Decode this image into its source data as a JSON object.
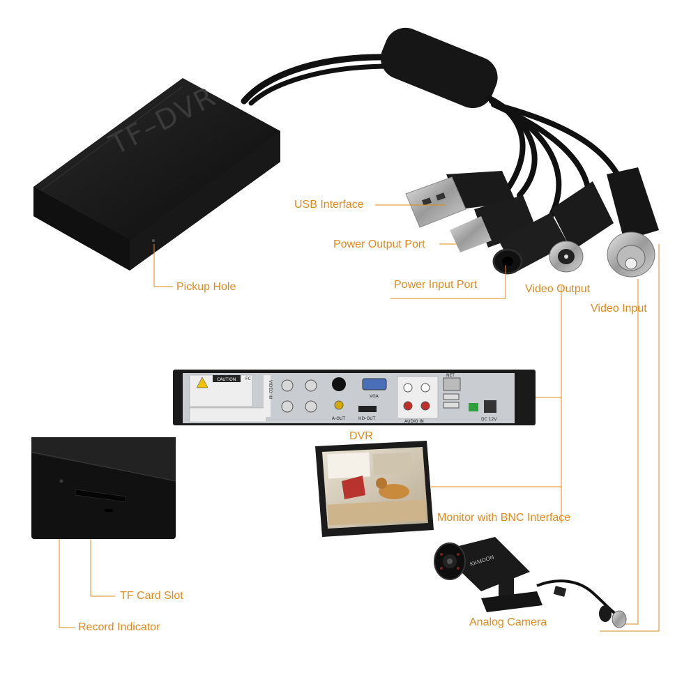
{
  "device": {
    "brand_text": "TF–DVR"
  },
  "labels": {
    "usb_interface": "USB Interface",
    "power_output_port": "Power Output Port",
    "pickup_hole": "Pickup Hole",
    "power_input_port": "Power Input Port",
    "video_output": "Video Output",
    "video_input": "Video Input",
    "dvr": "DVR",
    "monitor": "Monitor with BNC Interface",
    "tf_card_slot": "TF Card Slot",
    "record_indicator": "Record Indicator",
    "analog_camera": "Analog Camera"
  },
  "dvr_panel": {
    "caution": "CAUTION",
    "vga": "VGA",
    "hd_out": "HD-OUT",
    "a_out": "A-OUT",
    "audio_in": "AUDIO IN",
    "net": "NET",
    "dc": "DC 12V",
    "video_in": "VIDEO IN"
  },
  "camera": {
    "brand": "KKMOON"
  },
  "colors": {
    "accent": "#e08a1e",
    "device_body": "#141414",
    "panel": "#c9cdd1"
  }
}
